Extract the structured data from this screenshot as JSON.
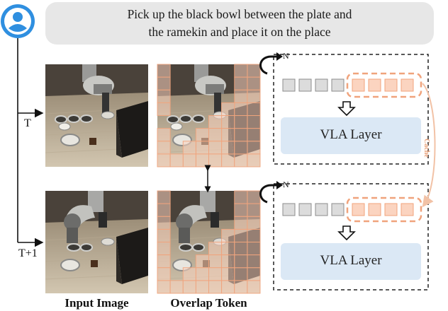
{
  "prompt": {
    "line1": "Pick up the black bowl between the plate and",
    "line2": "the ramekin and place it on the place"
  },
  "timesteps": {
    "t": "T",
    "t_plus_1": "T+1"
  },
  "captions": {
    "input": "Input Image",
    "overlap": "Overlap Token"
  },
  "blocks": {
    "top": {
      "layer_label": "VLA Layer",
      "loop_label": "N"
    },
    "bottom": {
      "layer_label": "VLA Layer",
      "loop_label": "N"
    }
  },
  "cache_label": "Cache",
  "colors": {
    "token_fill": "#fbd4c0",
    "token_stroke": "#f0a37c",
    "gray_token": "#dcdcdc",
    "vla_layer": "#dbe8f5",
    "prompt_bg": "#e7e7e7",
    "cache_arrow": "#f2c2a6"
  },
  "icons": [
    "user-avatar-icon",
    "loop-arrow-icon",
    "down-arrow-icon"
  ]
}
